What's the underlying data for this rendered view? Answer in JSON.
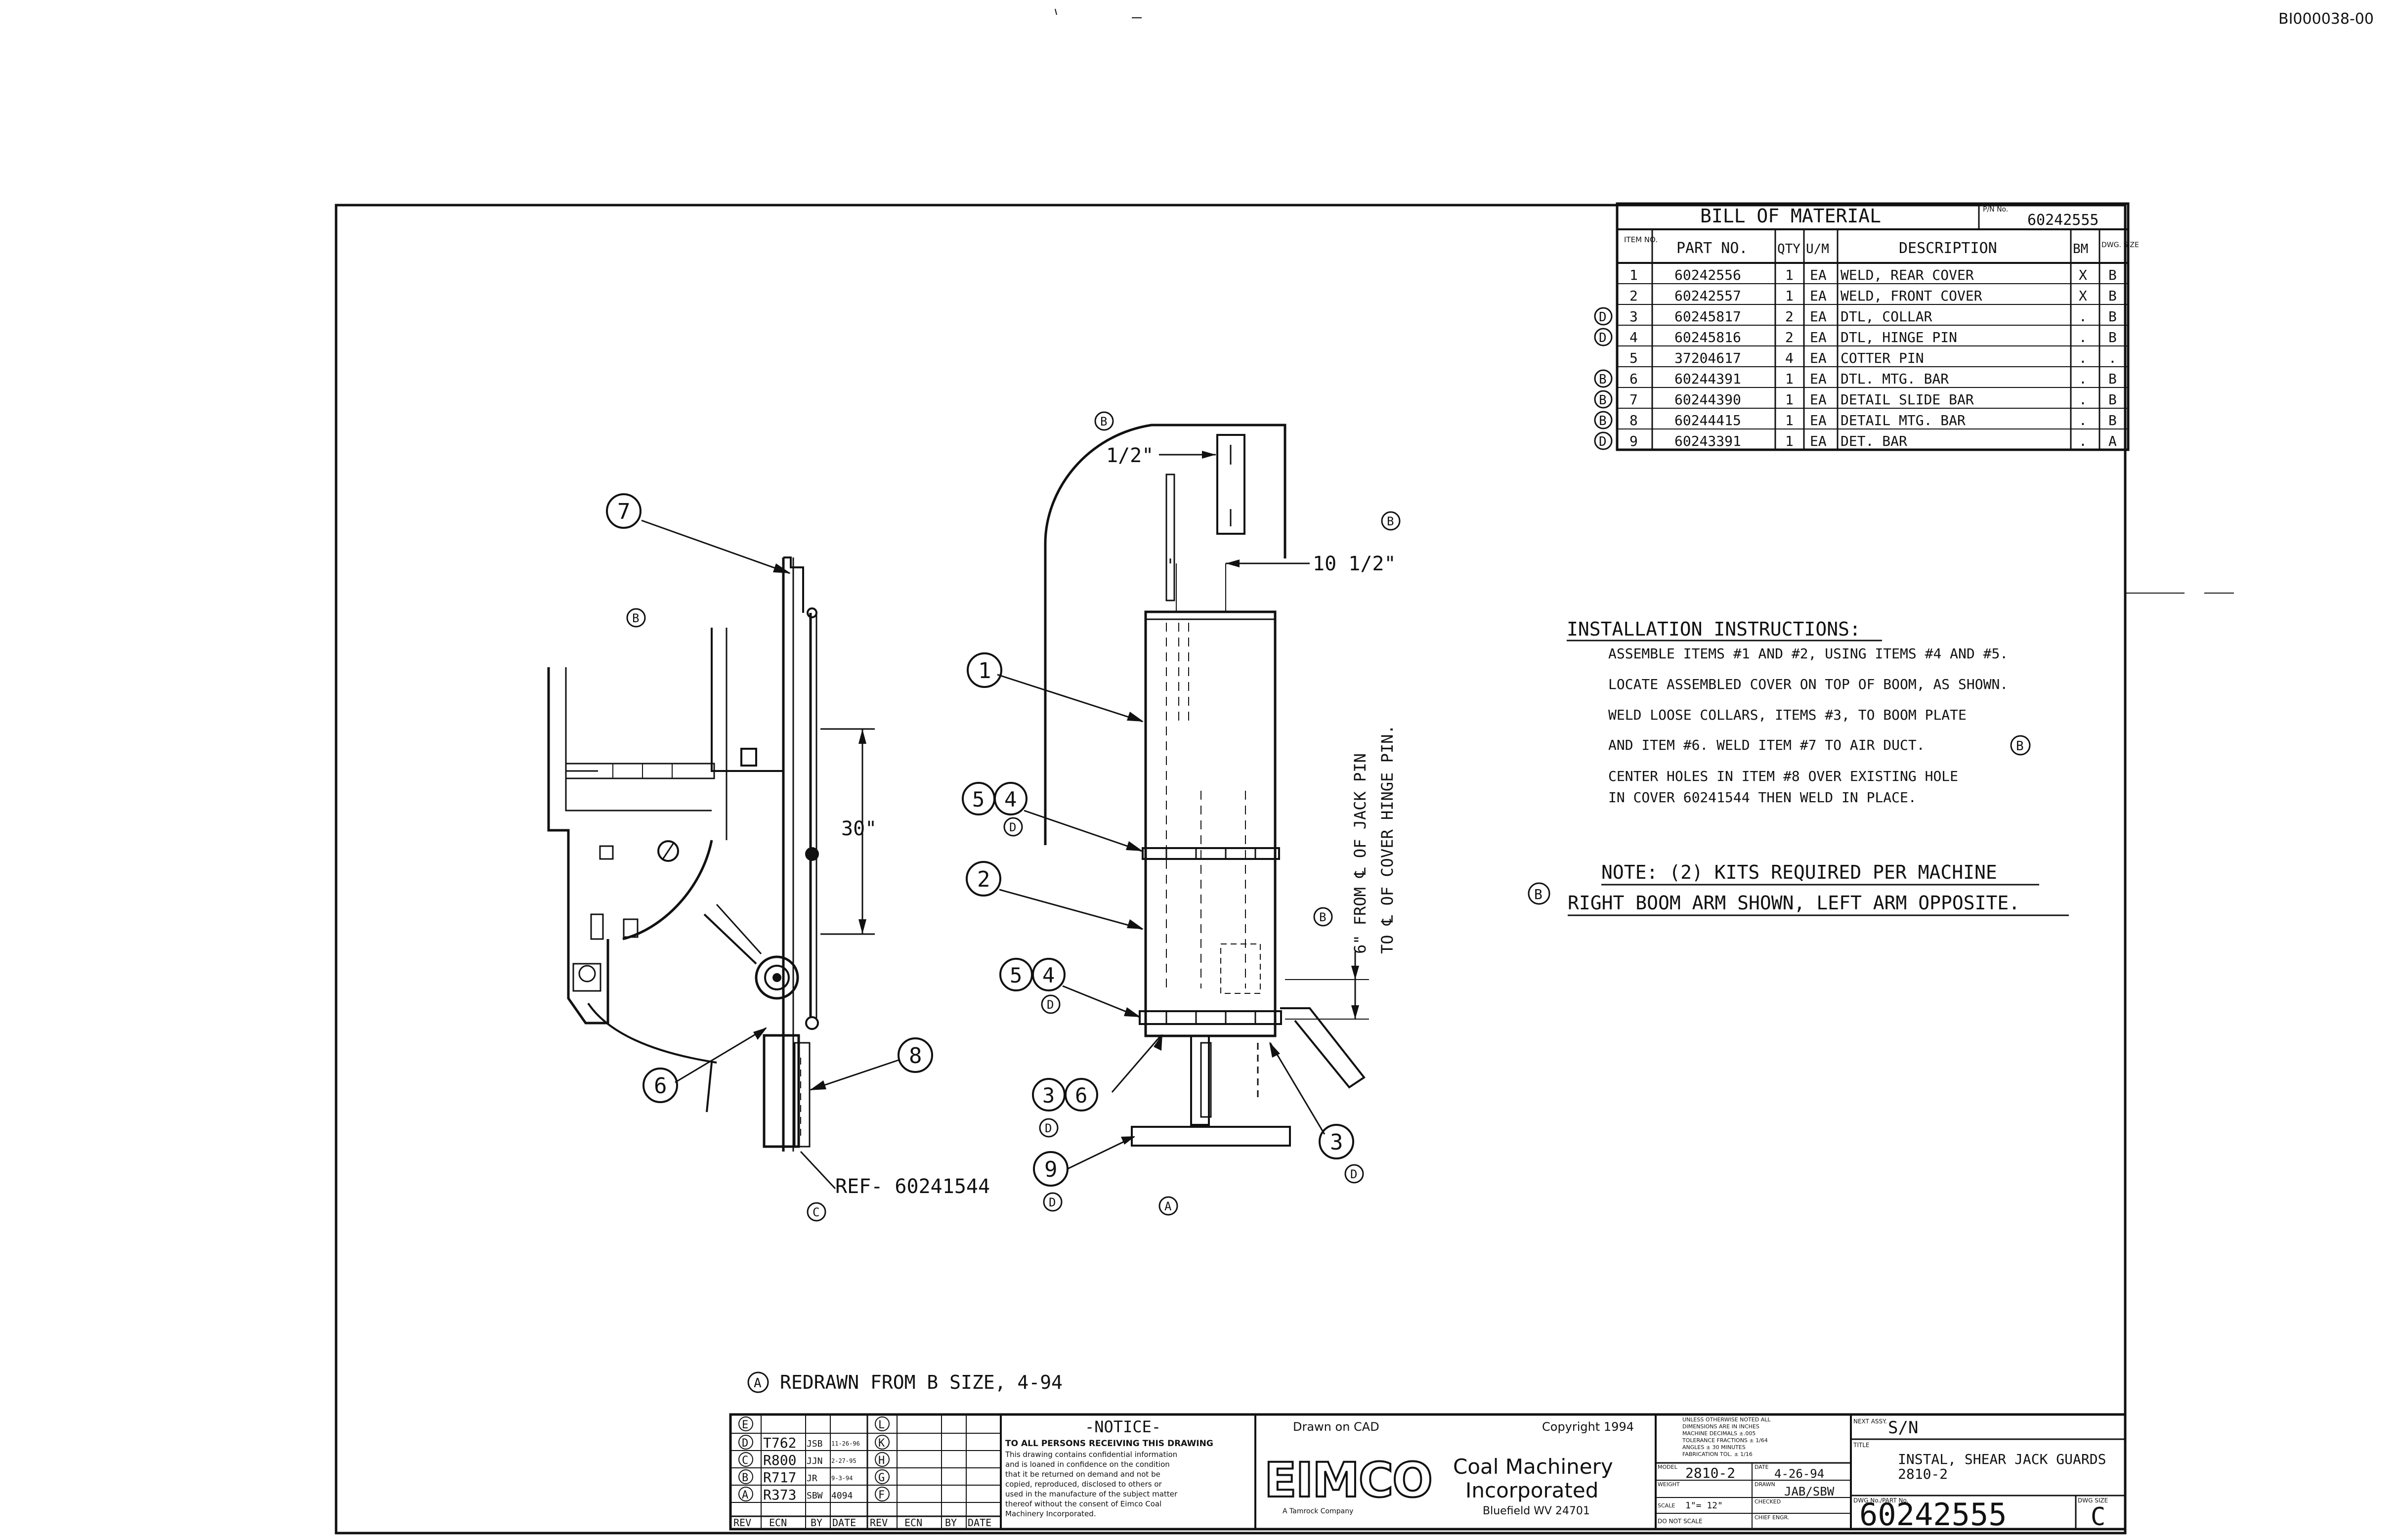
{
  "doc_id": "BI000038-00",
  "bom": {
    "title": "BILL OF MATERIAL",
    "pn_label": "P/N No.",
    "pn": "60242555",
    "headers": {
      "item": "ITEM NO.",
      "part": "PART NO.",
      "qty": "QTY",
      "um": "U/M",
      "desc": "DESCRIPTION",
      "bm": "BM",
      "size": "DWG. SIZE"
    },
    "rows": [
      {
        "rev": "",
        "item": "1",
        "part": "60242556",
        "qty": "1",
        "um": "EA",
        "desc": "WELD, REAR COVER",
        "bm": "X",
        "size": "B"
      },
      {
        "rev": "",
        "item": "2",
        "part": "60242557",
        "qty": "1",
        "um": "EA",
        "desc": "WELD, FRONT COVER",
        "bm": "X",
        "size": "B"
      },
      {
        "rev": "D",
        "item": "3",
        "part": "60245817",
        "qty": "2",
        "um": "EA",
        "desc": "DTL, COLLAR",
        "bm": ".",
        "size": "B"
      },
      {
        "rev": "D",
        "item": "4",
        "part": "60245816",
        "qty": "2",
        "um": "EA",
        "desc": "DTL, HINGE PIN",
        "bm": ".",
        "size": "B"
      },
      {
        "rev": "",
        "item": "5",
        "part": "37204617",
        "qty": "4",
        "um": "EA",
        "desc": "COTTER PIN",
        "bm": ".",
        "size": "."
      },
      {
        "rev": "B",
        "item": "6",
        "part": "60244391",
        "qty": "1",
        "um": "EA",
        "desc": "DTL. MTG. BAR",
        "bm": ".",
        "size": "B"
      },
      {
        "rev": "B",
        "item": "7",
        "part": "60244390",
        "qty": "1",
        "um": "EA",
        "desc": "DETAIL SLIDE BAR",
        "bm": ".",
        "size": "B"
      },
      {
        "rev": "B",
        "item": "8",
        "part": "60244415",
        "qty": "1",
        "um": "EA",
        "desc": "DETAIL MTG. BAR",
        "bm": ".",
        "size": "B"
      },
      {
        "rev": "D",
        "item": "9",
        "part": "60243391",
        "qty": "1",
        "um": "EA",
        "desc": "DET. BAR",
        "bm": ".",
        "size": "A"
      }
    ]
  },
  "instructions": {
    "title": "INSTALLATION INSTRUCTIONS:",
    "lines": [
      "ASSEMBLE ITEMS #1 AND #2, USING ITEMS #4 AND #5.",
      "LOCATE ASSEMBLED COVER ON TOP OF BOOM, AS SHOWN.",
      "WELD LOOSE COLLARS, ITEMS #3, TO BOOM PLATE",
      "AND ITEM #6. WELD ITEM #7 TO AIR DUCT.",
      "CENTER HOLES IN ITEM #8 OVER EXISTING HOLE",
      "IN COVER 60241544 THEN WELD IN PLACE."
    ],
    "rev_marker": "B"
  },
  "note": {
    "line1": "NOTE: (2) KITS REQUIRED PER MACHINE",
    "line2": "RIGHT BOOM ARM SHOWN, LEFT ARM OPPOSITE.",
    "rev_marker": "B"
  },
  "drawing": {
    "dim_half": "1/2\"",
    "dim_ten_half": "10 1/2\"",
    "dim_30": "30\"",
    "dim_vertical_1": "6\" FROM ℄ OF JACK PIN",
    "dim_vertical_2": "TO ℄ OF COVER HINGE PIN.",
    "ref": "REF- 60241544",
    "balloons": {
      "b7": "7",
      "b1": "1",
      "b5a": "5",
      "b4a": "4",
      "b2": "2",
      "b5b": "5",
      "b4b": "4",
      "b3a": "3",
      "b6a": "6",
      "b8": "8",
      "b6b": "6",
      "b9": "9",
      "b3b": "3"
    },
    "rev_marks": {
      "r_b1": "B",
      "r_b2": "B",
      "r_b3": "B",
      "r_b4": "B",
      "r_d1": "D",
      "r_d2": "D",
      "r_d3": "D",
      "r_d4": "D",
      "r_d5": "D",
      "r_a1": "A",
      "r_c1": "C"
    }
  },
  "redrawn_note": {
    "marker": "A",
    "text": "REDRAWN FROM B SIZE, 4-94"
  },
  "rev_block": {
    "rows": [
      {
        "mark": "E",
        "ecn": "",
        "by": "",
        "date": "",
        "mark2": "L"
      },
      {
        "mark": "D",
        "ecn": "T762",
        "by": "JSB",
        "date": "11-26-96",
        "mark2": "K"
      },
      {
        "mark": "C",
        "ecn": "R800",
        "by": "JJN",
        "date": "2-27-95",
        "mark2": "H"
      },
      {
        "mark": "B",
        "ecn": "R717",
        "by": "JR",
        "date": "9-3-94",
        "mark2": "G"
      },
      {
        "mark": "A",
        "ecn": "R373",
        "by": "SBW",
        "date": "4094",
        "mark2": "F"
      }
    ],
    "headers": [
      "REV",
      "ECN",
      "BY",
      "DATE",
      "REV",
      "ECN",
      "BY",
      "DATE"
    ]
  },
  "notice": {
    "title": "-NOTICE-",
    "lines": [
      "TO ALL PERSONS RECEIVING THIS DRAWING",
      "This drawing contains confidential information",
      "and is loaned in confidence on the condition",
      "that it be returned on demand and not be",
      "copied, reproduced, disclosed to others or",
      "used in the manufacture of the subject matter",
      "thereof without the consent of Eimco Coal",
      "Machinery Incorporated."
    ]
  },
  "company": {
    "drawn": "Drawn on CAD",
    "copyright": "Copyright 1994",
    "logo": "EIMCO",
    "name1": "Coal Machinery",
    "name2": "Incorporated",
    "sub": "A Tamrock Company",
    "location": "Bluefield WV 24701"
  },
  "tolerance": {
    "lines": [
      "UNLESS OTHERWISE NOTED ALL",
      "DIMENSIONS ARE IN INCHES",
      "MACHINE   DECIMALS ±.005",
      "TOLERANCE  FRACTIONS ± 1/64",
      "ANGLES ± 30 MINUTES",
      "FABRICATION TOL. ± 1/16"
    ]
  },
  "title_block": {
    "model_label": "MODEL",
    "model": "2810-2",
    "date_label": "DATE",
    "date": "4-26-94",
    "weight_label": "WEIGHT",
    "drawn_label": "DRAWN",
    "drawn": "JAB/SBW",
    "scale_label": "SCALE",
    "scale": "1\"= 12\"",
    "checked_label": "CHECKED",
    "noscale": "DO NOT SCALE",
    "chief_label": "CHIEF ENGR.",
    "next_label": "NEXT ASSY.",
    "next": "S/N",
    "title_label": "TITLE",
    "title1": "INSTAL, SHEAR JACK GUARDS",
    "title2": "2810-2",
    "dwg_label": "DWG No./PART No.",
    "dwg": "60242555",
    "size_label": "DWG SIZE",
    "size": "C"
  }
}
